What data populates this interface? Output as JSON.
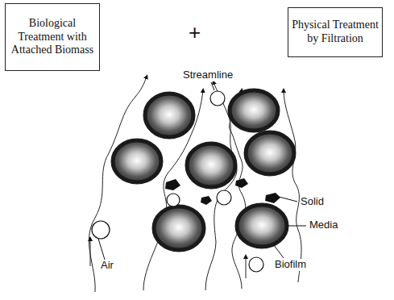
{
  "diagram": {
    "nodes": [
      {
        "text": [
          "Biological Treatment with Attached Biomass"
        ]
      },
      {
        "text": [
          "Physical Treatment by Filtration"
        ]
      }
    ],
    "labels": [
      "+",
      "Streamline",
      "Solid",
      "Air",
      "Media",
      "Biofilm"
    ]
  }
}
